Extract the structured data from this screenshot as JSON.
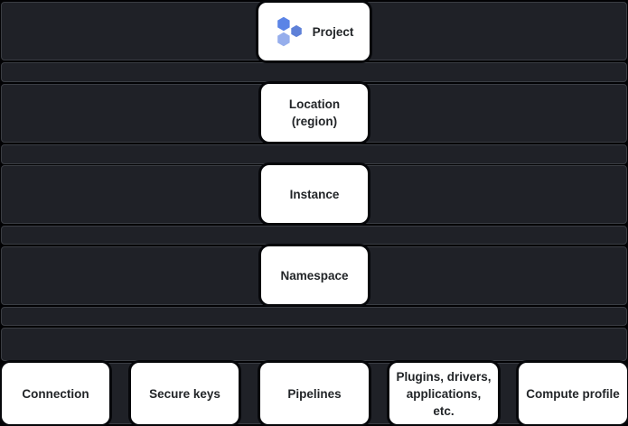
{
  "diagram": {
    "title_hidden": "",
    "hierarchy": [
      {
        "id": "project",
        "label": "Project"
      },
      {
        "id": "location",
        "label": "Location (region)"
      },
      {
        "id": "instance",
        "label": "Instance"
      },
      {
        "id": "namespace",
        "label": "Namespace"
      }
    ],
    "namespace_resources": [
      "Connection",
      "Secure keys",
      "Pipelines",
      "Plugins, drivers, applications, etc.",
      "Compute profile"
    ],
    "colors": {
      "background": "#020204",
      "band_fill": "#1f2127",
      "band_border": "#3a3d43",
      "node_fill": "#ffffff",
      "node_text": "#222528",
      "hexagon_top": "#5b84e6",
      "hexagon_right": "#5e80d8",
      "hexagon_bottom": "#96aeec"
    }
  }
}
